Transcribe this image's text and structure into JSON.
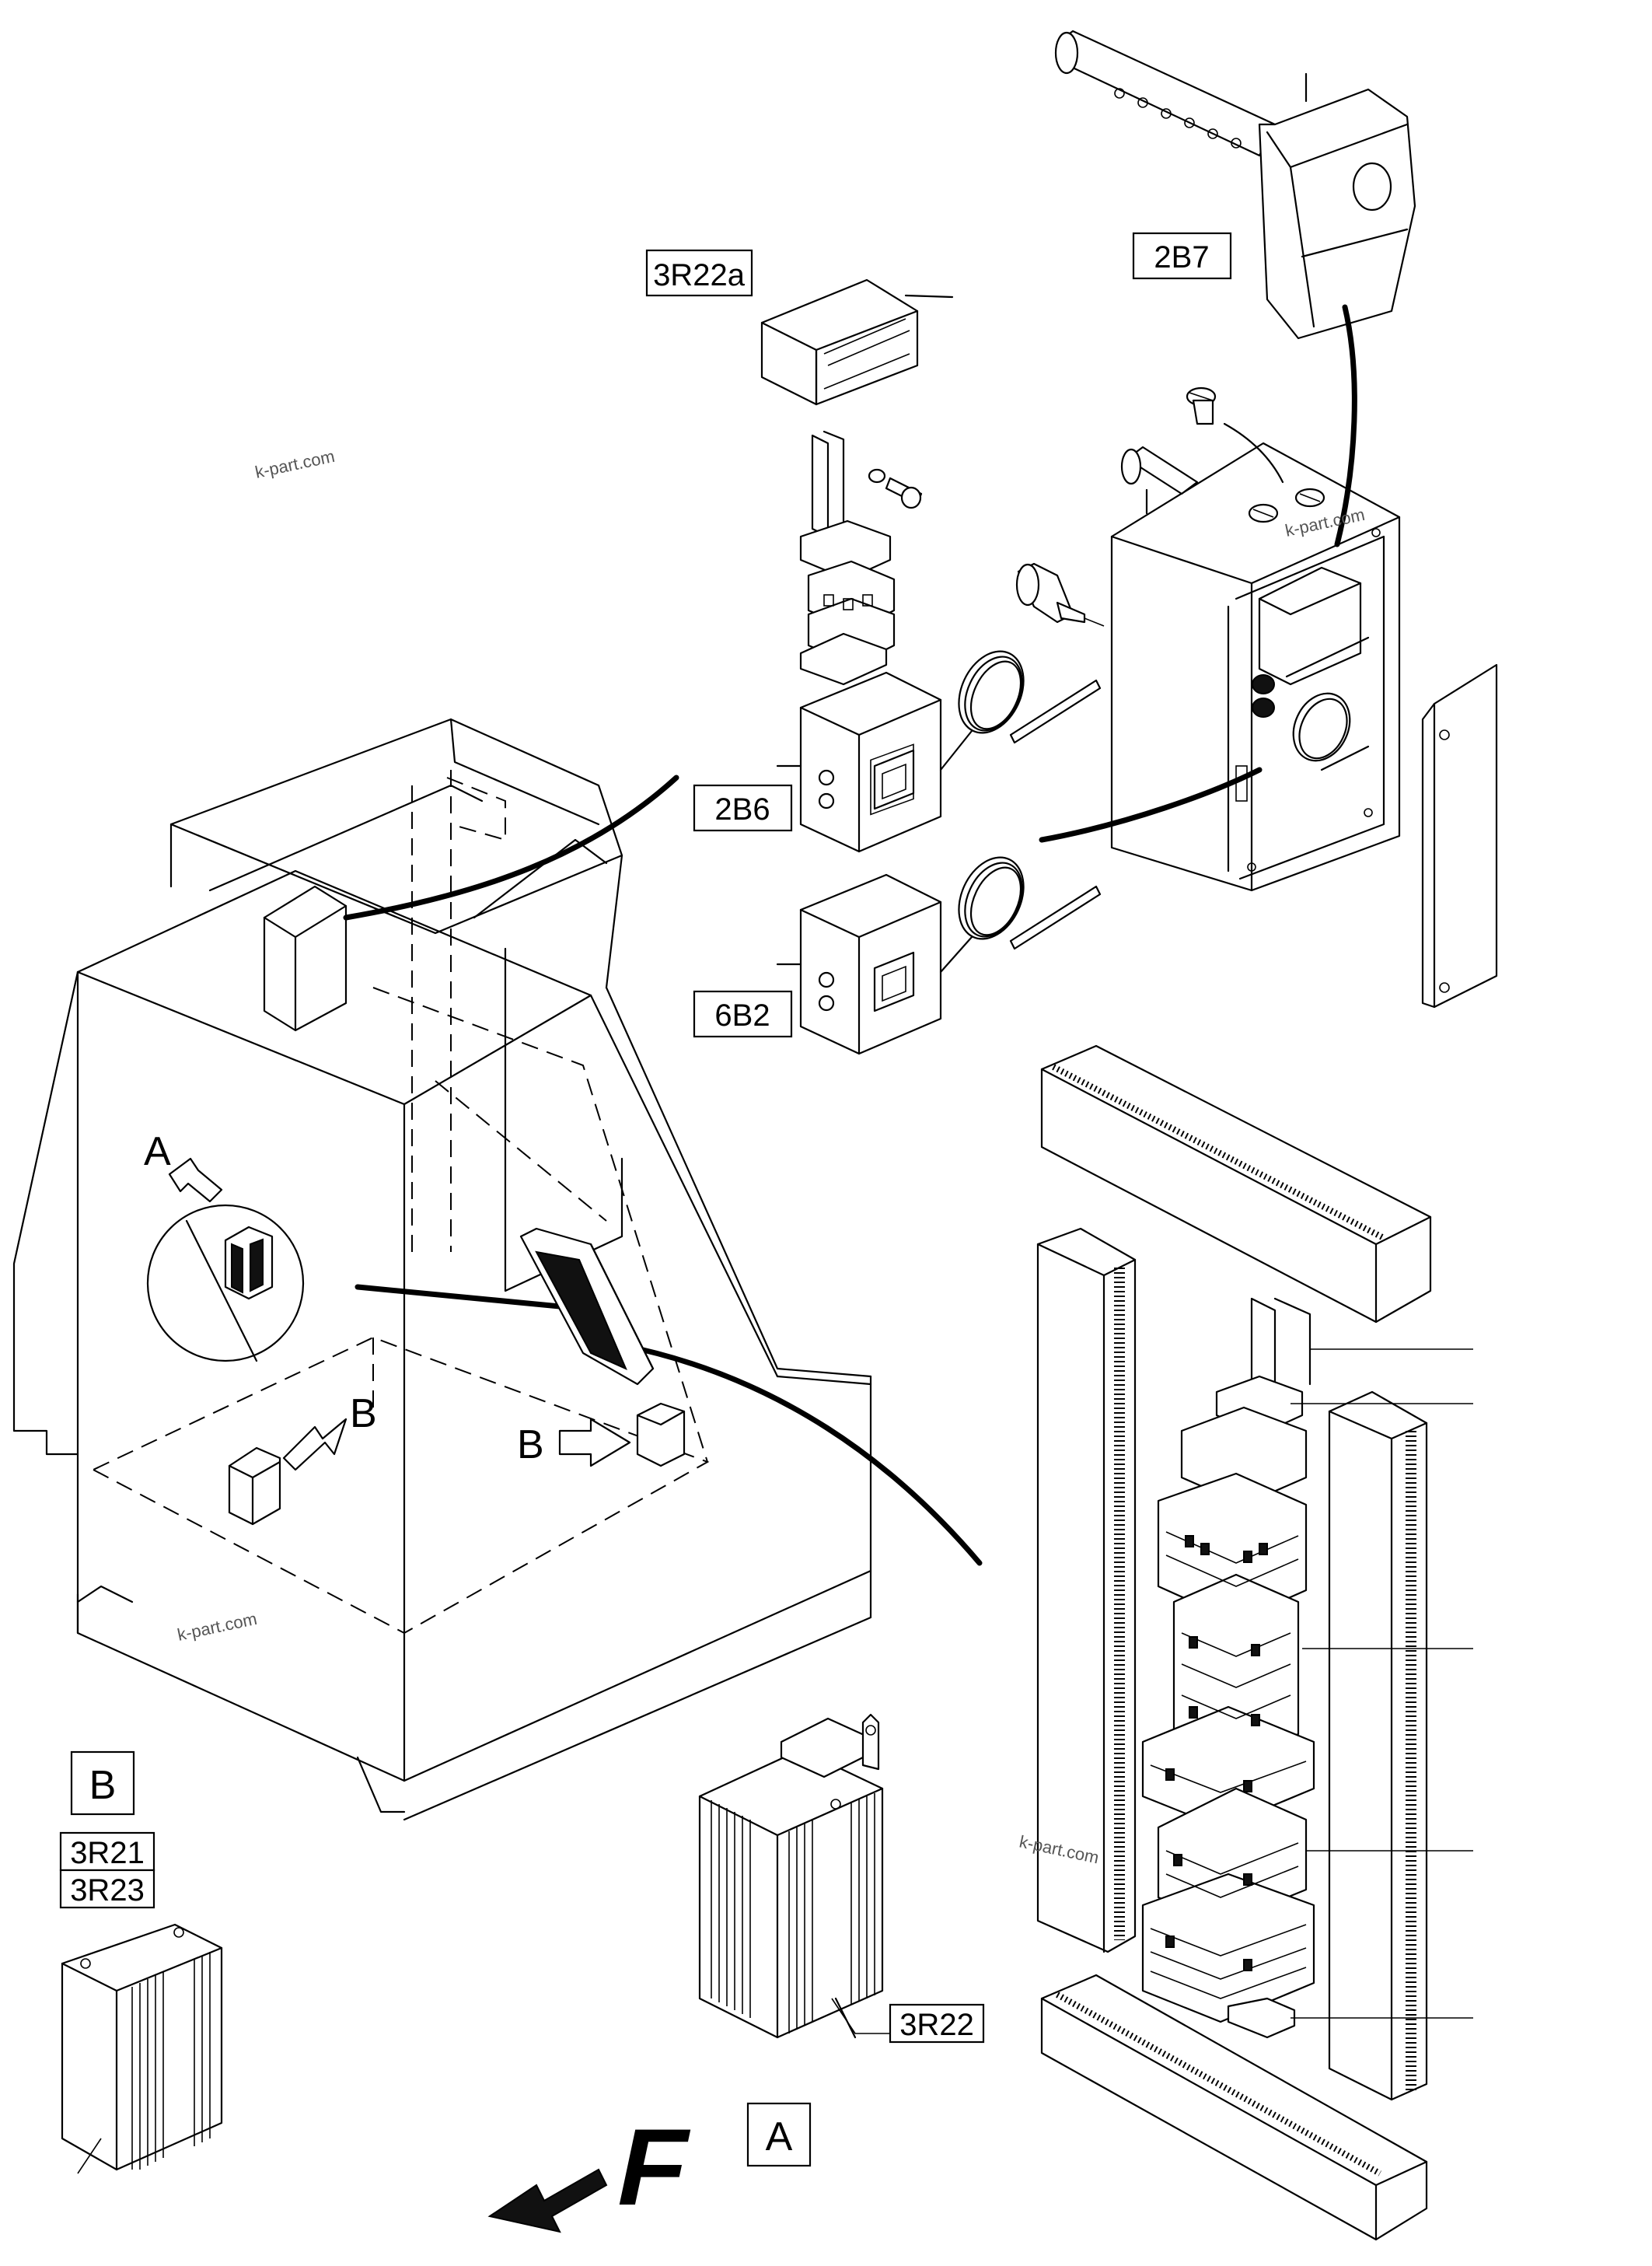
{
  "labels": {
    "label_3r22a": "3R22a",
    "label_2b7": "2B7",
    "label_2b6": "2B6",
    "label_6b2": "6B2",
    "label_3r21": "3R21",
    "label_3r23": "3R23",
    "label_3r22": "3R22"
  },
  "callouts": {
    "a_top": "A",
    "b_floor": "B",
    "b_right": "B",
    "view_b": "B",
    "view_a": "A"
  },
  "direction_mark": "F",
  "watermarks": [
    "k-part.com",
    "k-part.com",
    "k-part.com",
    "k-part.com"
  ]
}
